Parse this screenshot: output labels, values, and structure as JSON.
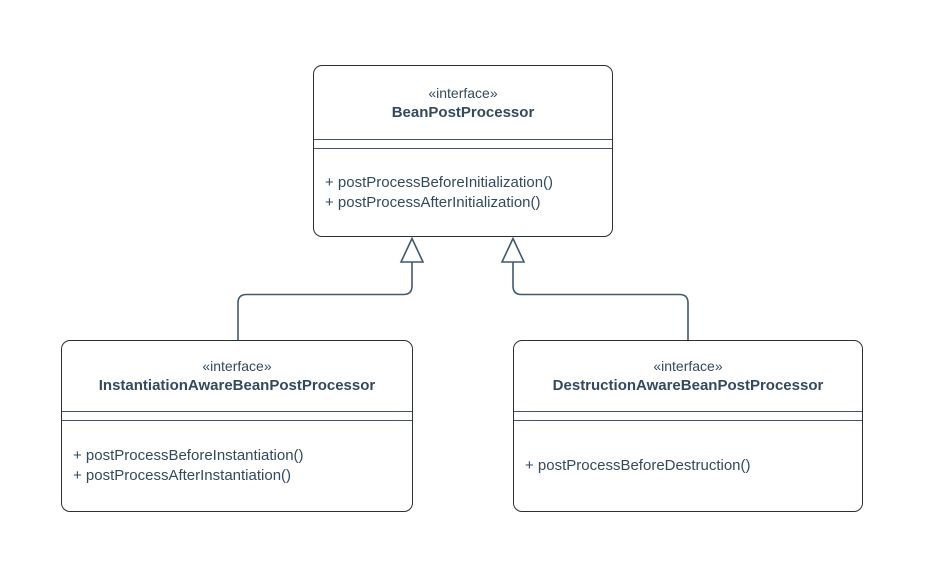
{
  "diagram": {
    "type": "uml-class-diagram",
    "colors": {
      "background": "#ffffff",
      "box_border": "#2d3033",
      "box_fill": "#ffffff",
      "text": "#334a5e",
      "separator": "#44546c",
      "connector": "#42586e"
    },
    "classes": [
      {
        "id": "bean-post-processor",
        "stereotype": "«interface»",
        "name": "BeanPostProcessor",
        "attributes": [],
        "methods": [
          "+ postProcessBeforeInitialization()",
          "+ postProcessAfterInitialization()"
        ]
      },
      {
        "id": "instantiation-aware-bean-post-processor",
        "stereotype": "«interface»",
        "name": "InstantiationAwareBeanPostProcessor",
        "attributes": [],
        "methods": [
          "+ postProcessBeforeInstantiation()",
          "+ postProcessAfterInstantiation()"
        ]
      },
      {
        "id": "destruction-aware-bean-post-processor",
        "stereotype": "«interface»",
        "name": "DestructionAwareBeanPostProcessor",
        "attributes": [],
        "methods": [
          "+ postProcessBeforeDestruction()"
        ]
      }
    ],
    "relationships": [
      {
        "type": "generalization",
        "from": "InstantiationAwareBeanPostProcessor",
        "to": "BeanPostProcessor"
      },
      {
        "type": "generalization",
        "from": "DestructionAwareBeanPostProcessor",
        "to": "BeanPostProcessor"
      }
    ]
  }
}
